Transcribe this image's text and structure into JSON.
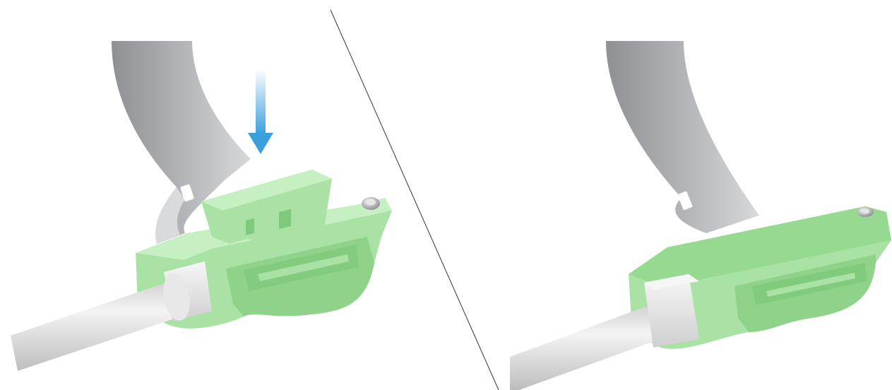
{
  "figure": {
    "panels": [
      {
        "id": "before",
        "parts": [
          "metal-band",
          "band-slot",
          "clip-cap",
          "clip-base",
          "mount-screw",
          "pipe",
          "pipe-sleeve",
          "press-arrow"
        ]
      },
      {
        "id": "after",
        "parts": [
          "metal-band",
          "band-slot",
          "clip-assembled",
          "mount-screw",
          "pipe",
          "pipe-sleeve"
        ]
      }
    ],
    "divider": "diagonal-line",
    "colors": {
      "background": "#ffffff",
      "clip_green": "#a9e2a4",
      "clip_green_dark": "#7fc97c",
      "clip_green_light": "#c6efc2",
      "band_gray": "#9c9ea1",
      "band_gray_light": "#d3d4d6",
      "pipe_light": "#eeeeee",
      "pipe_dark": "#b9b9b9",
      "arrow_blue": "#3aa0dc",
      "divider": "#333333"
    }
  }
}
